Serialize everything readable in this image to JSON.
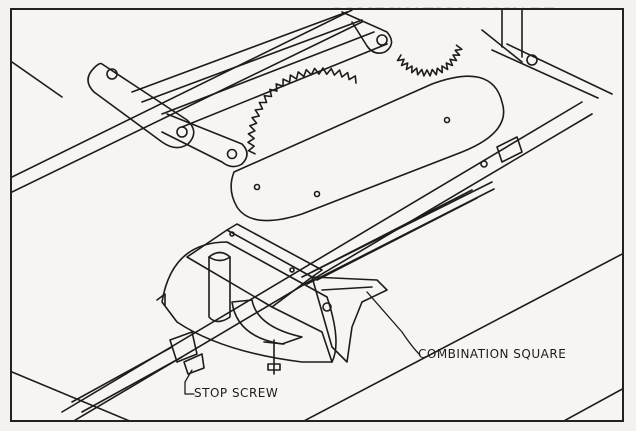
{
  "bleed_text": "COMBINATION SQUARE",
  "callouts": {
    "combination_square": "COMBINATION SQUARE",
    "stop_screw": "STOP SCREW"
  },
  "colors": {
    "ink": "#1c1c1c",
    "paper": "#f7f5f1",
    "frame": "#222222"
  }
}
